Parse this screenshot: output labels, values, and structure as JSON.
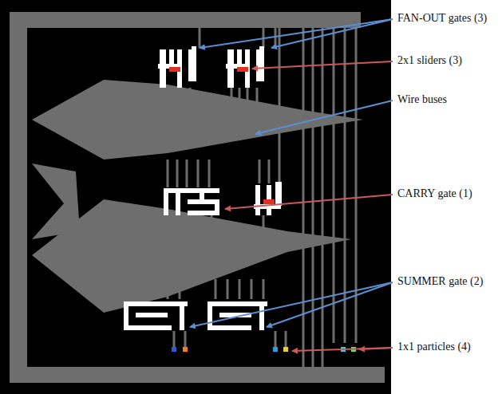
{
  "diagram": {
    "labels": [
      "FAN-OUT gates (3)",
      "2x1 sliders (3)",
      "Wire buses",
      "CARRY gate (1)",
      "SUMMER gate (2)",
      "1x1 particles (4)"
    ]
  }
}
